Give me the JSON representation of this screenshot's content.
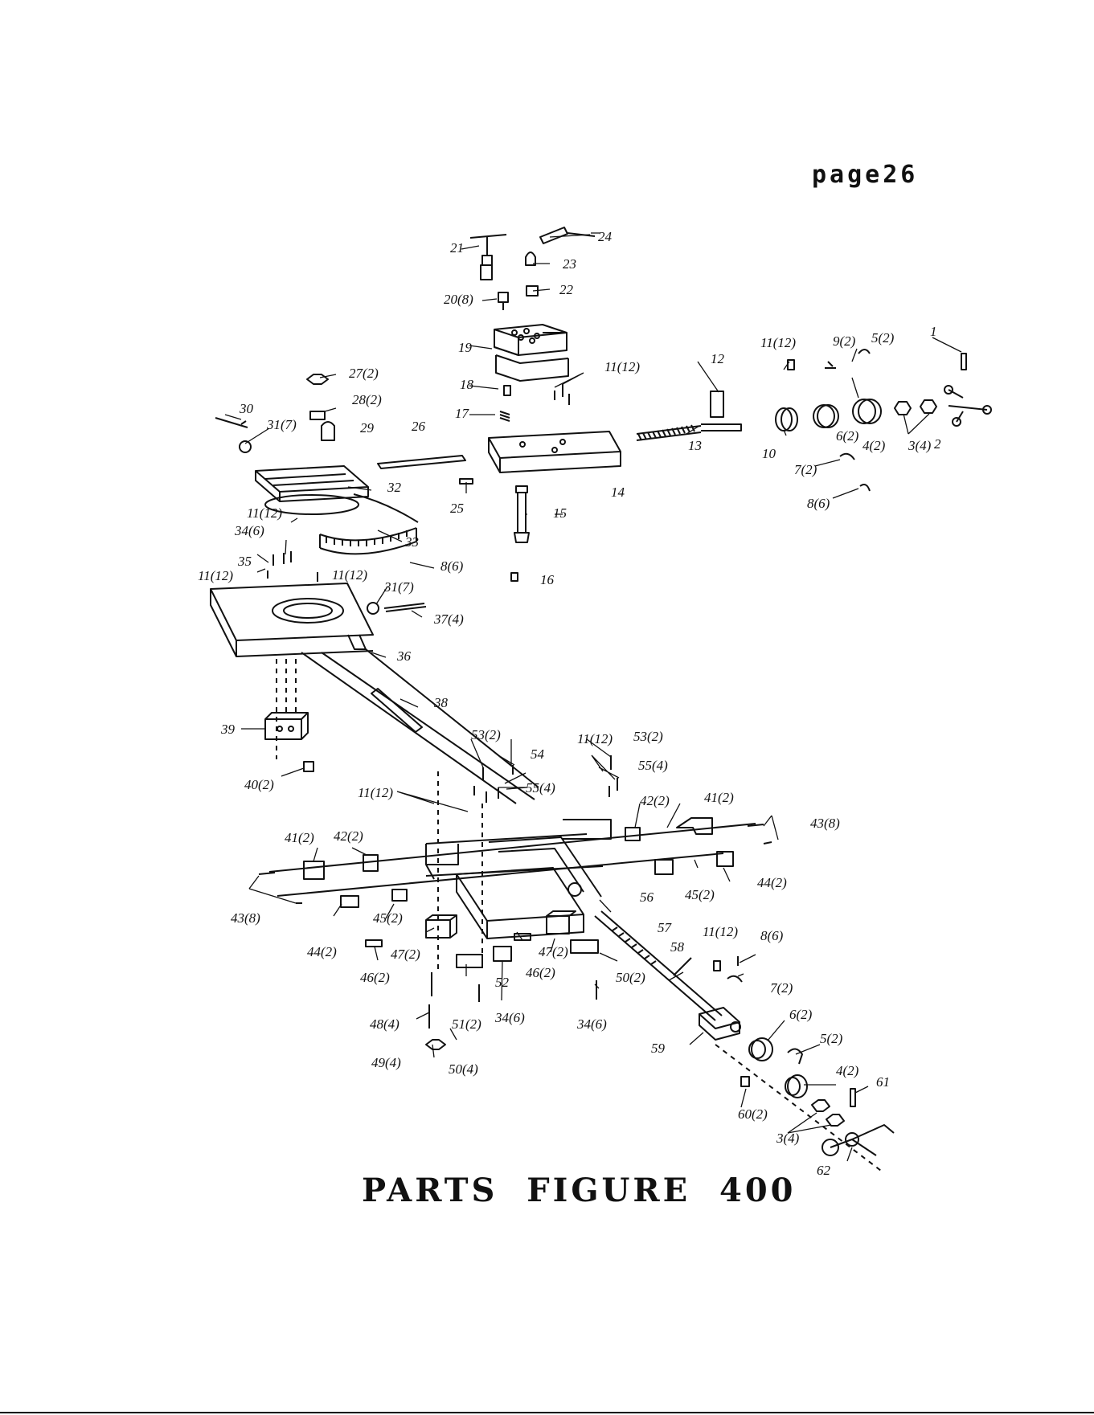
{
  "page_number": "page26",
  "figure_title": "PARTS  FIGURE  400",
  "callouts": [
    {
      "id": "c1",
      "label": "1"
    },
    {
      "id": "c2",
      "label": "2"
    },
    {
      "id": "c3a",
      "label": "3(4)"
    },
    {
      "id": "c3b",
      "label": "3(4)"
    },
    {
      "id": "c4a",
      "label": "4(2)"
    },
    {
      "id": "c4b",
      "label": "4(2)"
    },
    {
      "id": "c5a",
      "label": "5(2)"
    },
    {
      "id": "c5b",
      "label": "5(2)"
    },
    {
      "id": "c6a",
      "label": "6(2)"
    },
    {
      "id": "c6b",
      "label": "6(2)"
    },
    {
      "id": "c7a",
      "label": "7(2)"
    },
    {
      "id": "c7b",
      "label": "7(2)"
    },
    {
      "id": "c8a",
      "label": "8(6)"
    },
    {
      "id": "c8b",
      "label": "8(6)"
    },
    {
      "id": "c8c",
      "label": "8(6)"
    },
    {
      "id": "c9",
      "label": "9(2)"
    },
    {
      "id": "c10",
      "label": "10"
    },
    {
      "id": "c11a",
      "label": "11(12)"
    },
    {
      "id": "c11b",
      "label": "11(12)"
    },
    {
      "id": "c11c",
      "label": "11(12)"
    },
    {
      "id": "c11d",
      "label": "11(12)"
    },
    {
      "id": "c11e",
      "label": "11(12)"
    },
    {
      "id": "c11f",
      "label": "11(12)"
    },
    {
      "id": "c11g",
      "label": "11(12)"
    },
    {
      "id": "c11h",
      "label": "11(12)"
    },
    {
      "id": "c12",
      "label": "12"
    },
    {
      "id": "c13",
      "label": "13"
    },
    {
      "id": "c14",
      "label": "14"
    },
    {
      "id": "c15",
      "label": "15"
    },
    {
      "id": "c16",
      "label": "16"
    },
    {
      "id": "c17",
      "label": "17"
    },
    {
      "id": "c18",
      "label": "18"
    },
    {
      "id": "c19",
      "label": "19"
    },
    {
      "id": "c20",
      "label": "20(8)"
    },
    {
      "id": "c21",
      "label": "21"
    },
    {
      "id": "c22",
      "label": "22"
    },
    {
      "id": "c23",
      "label": "23"
    },
    {
      "id": "c24",
      "label": "24"
    },
    {
      "id": "c25",
      "label": "25"
    },
    {
      "id": "c26",
      "label": "26"
    },
    {
      "id": "c27",
      "label": "27(2)"
    },
    {
      "id": "c28",
      "label": "28(2)"
    },
    {
      "id": "c29",
      "label": "29"
    },
    {
      "id": "c30",
      "label": "30"
    },
    {
      "id": "c31a",
      "label": "31(7)"
    },
    {
      "id": "c31b",
      "label": "31(7)"
    },
    {
      "id": "c32",
      "label": "32"
    },
    {
      "id": "c33",
      "label": "33"
    },
    {
      "id": "c34a",
      "label": "34(6)"
    },
    {
      "id": "c34b",
      "label": "34(6)"
    },
    {
      "id": "c34c",
      "label": "34(6)"
    },
    {
      "id": "c35",
      "label": "35"
    },
    {
      "id": "c36",
      "label": "36"
    },
    {
      "id": "c37",
      "label": "37(4)"
    },
    {
      "id": "c38",
      "label": "38"
    },
    {
      "id": "c39",
      "label": "39"
    },
    {
      "id": "c40",
      "label": "40(2)"
    },
    {
      "id": "c41a",
      "label": "41(2)"
    },
    {
      "id": "c41b",
      "label": "41(2)"
    },
    {
      "id": "c42a",
      "label": "42(2)"
    },
    {
      "id": "c42b",
      "label": "42(2)"
    },
    {
      "id": "c43a",
      "label": "43(8)"
    },
    {
      "id": "c43b",
      "label": "43(8)"
    },
    {
      "id": "c44a",
      "label": "44(2)"
    },
    {
      "id": "c44b",
      "label": "44(2)"
    },
    {
      "id": "c45a",
      "label": "45(2)"
    },
    {
      "id": "c45b",
      "label": "45(2)"
    },
    {
      "id": "c46a",
      "label": "46(2)"
    },
    {
      "id": "c46b",
      "label": "46(2)"
    },
    {
      "id": "c47a",
      "label": "47(2)"
    },
    {
      "id": "c47b",
      "label": "47(2)"
    },
    {
      "id": "c48",
      "label": "48(4)"
    },
    {
      "id": "c49",
      "label": "49(4)"
    },
    {
      "id": "c50a",
      "label": "50(2)"
    },
    {
      "id": "c50b",
      "label": "50(4)"
    },
    {
      "id": "c51",
      "label": "51(2)"
    },
    {
      "id": "c52",
      "label": "52"
    },
    {
      "id": "c53a",
      "label": "53(2)"
    },
    {
      "id": "c53b",
      "label": "53(2)"
    },
    {
      "id": "c54",
      "label": "54"
    },
    {
      "id": "c55a",
      "label": "55(4)"
    },
    {
      "id": "c55b",
      "label": "55(4)"
    },
    {
      "id": "c56",
      "label": "56"
    },
    {
      "id": "c57",
      "label": "57"
    },
    {
      "id": "c58",
      "label": "58"
    },
    {
      "id": "c59",
      "label": "59"
    },
    {
      "id": "c60",
      "label": "60(2)"
    },
    {
      "id": "c61",
      "label": "61"
    },
    {
      "id": "c62",
      "label": "62"
    }
  ]
}
